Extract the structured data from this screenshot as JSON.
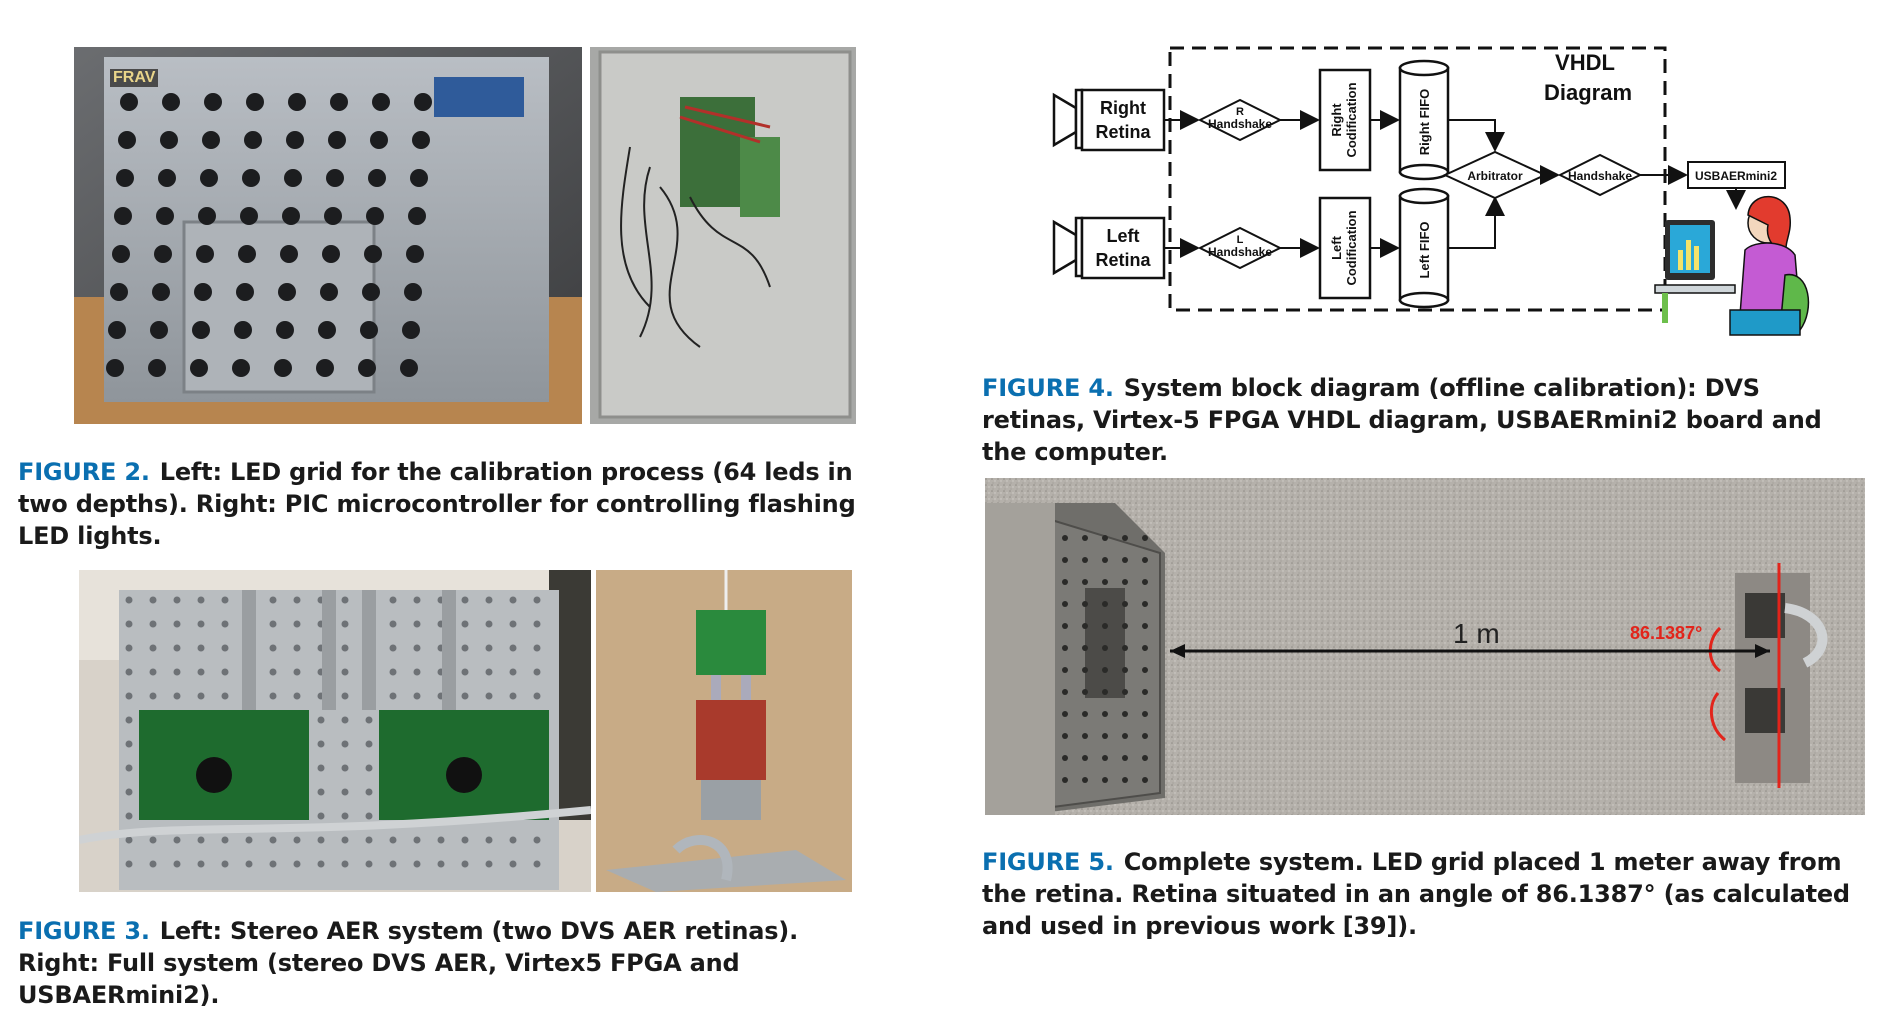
{
  "figures": [
    {
      "id": "fig2",
      "label": "FIGURE 2.",
      "caption": "Left: LED grid for the calibration process (64 leds in two depths). Right: PIC microcontroller for controlling flashing LED lights.",
      "photo_text": {
        "logo": "FRAV"
      }
    },
    {
      "id": "fig3",
      "label": "FIGURE 3.",
      "caption": "Left: Stereo AER system (two DVS AER retinas). Right: Full system (stereo DVS AER, Virtex5 FPGA and USBAERmini2)."
    },
    {
      "id": "fig4",
      "label": "FIGURE 4.",
      "caption": "System block diagram (offline calibration): DVS retinas, Virtex-5 FPGA VHDL diagram, USBAERmini2 board and the computer.",
      "diagram": {
        "title_line1": "VHDL",
        "title_line2": "Diagram",
        "right_retina_1": "Right",
        "right_retina_2": "Retina",
        "left_retina_1": "Left",
        "left_retina_2": "Retina",
        "r_handshake_letter": "R",
        "l_handshake_letter": "L",
        "handshake": "Handshake",
        "right_codification_1": "Right",
        "right_codification_2": "Codification",
        "left_codification_1": "Left",
        "left_codification_2": "Codification",
        "right_fifo": "Right FIFO",
        "left_fifo": "Left FIFO",
        "arbitrator": "Arbitrator",
        "handshake_out": "Handshake",
        "usbaermini2": "USBAERmini2"
      }
    },
    {
      "id": "fig5",
      "label": "FIGURE 5.",
      "caption": "Complete system. LED grid placed 1 meter away from the retina. Retina situated in an angle of 86.1387° (as calculated and used in previous work [39]).",
      "photo_text": {
        "distance": "1 m",
        "angle": "86.1387°"
      }
    }
  ]
}
